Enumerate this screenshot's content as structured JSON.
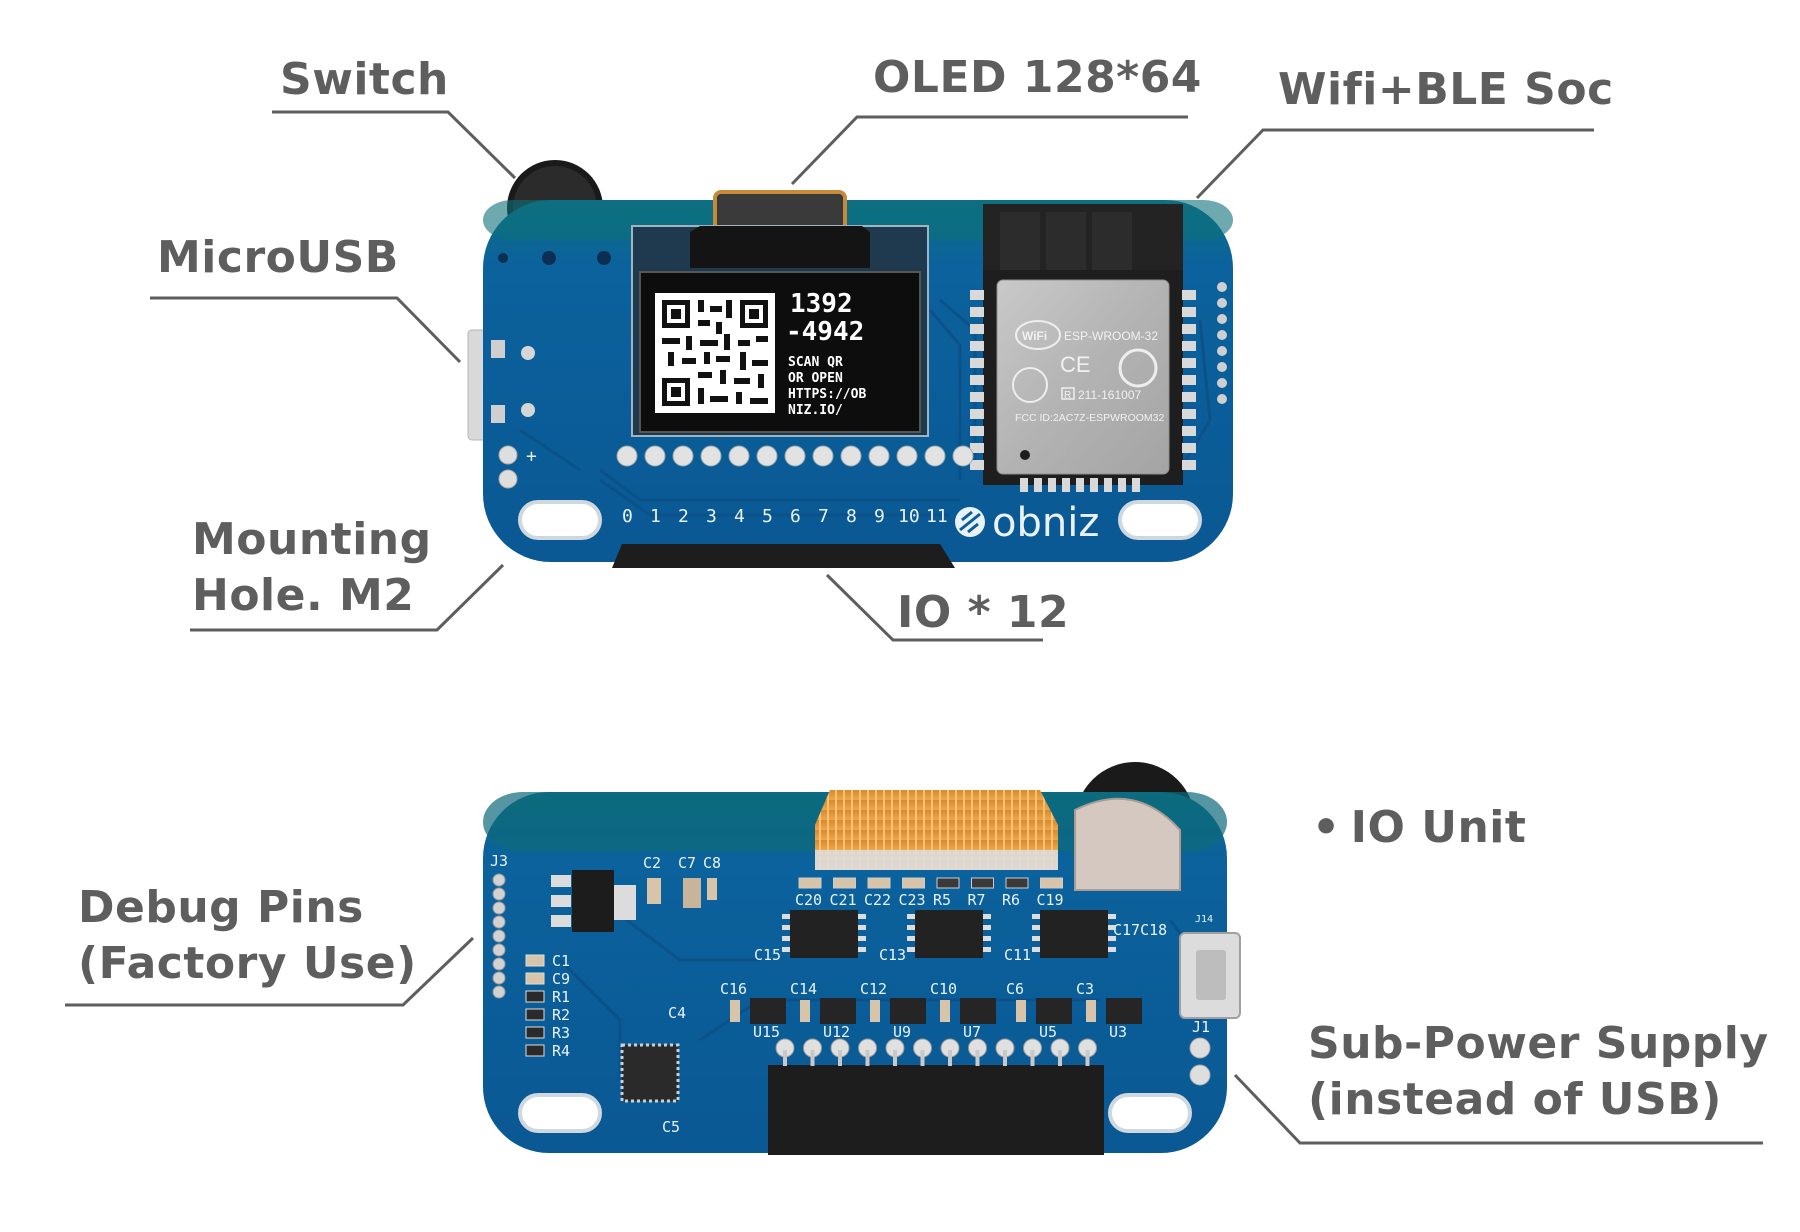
{
  "title": "obniz board component diagram",
  "colors": {
    "label_text": "#5e5e5e",
    "pcb_blue": "#0b5d99",
    "pcb_teal_edge": "#0d6b7c",
    "silkscreen": "#e9f2f7",
    "flex_cable": "#e39a3b"
  },
  "front": {
    "labels": {
      "switch": "Switch",
      "oled": "OLED 128*64",
      "soc": "Wifi+BLE Soc",
      "microusb": "MicroUSB",
      "mounting_line1": "Mounting",
      "mounting_line2": "Hole. M2",
      "io": "IO * 12"
    },
    "oled_screen": {
      "line1": "1392",
      "line2": "-4942",
      "line3": "SCAN QR",
      "line4": "OR OPEN",
      "line5": "HTTPS://OB",
      "line6": "NIZ.IO/"
    },
    "esp_module": {
      "wifi_logo": "WiFi",
      "model": "ESP-WROOM-32",
      "ce": "CE",
      "cert": "211-161007",
      "cert_mark": "R",
      "fcc": "FCC ID:2AC7Z-ESPWROOM32"
    },
    "io_pin_numbers": [
      "0",
      "1",
      "2",
      "3",
      "4",
      "5",
      "6",
      "7",
      "8",
      "9",
      "10",
      "11"
    ],
    "brand": "obniz",
    "plus_mark": "+"
  },
  "back": {
    "labels": {
      "io_unit": "IO Unit",
      "io_unit_bullet": "•",
      "debug_line1": "Debug Pins",
      "debug_line2": "(Factory Use)",
      "subpower_line1": "Sub-Power Supply",
      "subpower_line2": "(instead of USB)"
    },
    "silkscreen": {
      "j3": "J3",
      "j1": "J1",
      "j4": "J14",
      "top_caps": [
        "C2",
        "C7",
        "C8"
      ],
      "flex_row": [
        "C20",
        "C21",
        "C22",
        "C23",
        "R5",
        "R7",
        "R6",
        "C19"
      ],
      "c17c18": "C17C18",
      "driver_caps": [
        "C15",
        "C13",
        "C11"
      ],
      "mid_caps": [
        "C16",
        "C14",
        "C12",
        "C10",
        "C6",
        "C3"
      ],
      "u_parts": [
        "U15",
        "U12",
        "U9",
        "U7",
        "U5",
        "U3"
      ],
      "left_parts": [
        "C1",
        "C9",
        "R1",
        "R2",
        "R3",
        "R4"
      ],
      "c4": "C4",
      "c5": "C5"
    }
  }
}
